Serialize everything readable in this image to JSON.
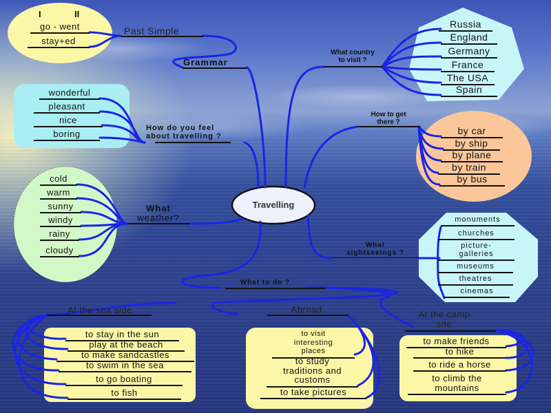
{
  "center": {
    "label": "Travelling"
  },
  "branches": {
    "grammar": {
      "label": "Grammar",
      "sub_label": "Past Simple",
      "columns": [
        "I",
        "II"
      ],
      "items": [
        "go - went",
        "stay+ed"
      ]
    },
    "country": {
      "label": "What country to visit ?",
      "label_lines": [
        "What country",
        "to visit ?"
      ],
      "items": [
        "Russia",
        "England",
        "Germany",
        "France",
        "The  USA",
        "Spain"
      ]
    },
    "feel": {
      "label_lines": [
        "How do you feel",
        "about travelling ?"
      ],
      "items": [
        "wonderful",
        "pleasant",
        "nice",
        "boring"
      ]
    },
    "transport": {
      "label_lines": [
        "How to get",
        "there ?"
      ],
      "items": [
        "by car",
        "by ship",
        "by plane",
        "by train",
        "by bus"
      ]
    },
    "weather": {
      "label_lines": [
        "What",
        "weather?"
      ],
      "items": [
        "cold",
        "warm",
        "sunny",
        "windy",
        "rainy",
        "cloudy"
      ]
    },
    "sights": {
      "label_lines": [
        "What",
        "sightseeings  ?"
      ],
      "items": [
        "monuments",
        "churches",
        "picture-\ngalleries",
        "museums",
        "theatres",
        "cinemas"
      ]
    },
    "todo": {
      "label": "What to do ?",
      "sea": {
        "label": "At the sea side",
        "items": [
          "to stay in the sun",
          "play at the beach",
          "to make  sandcastles",
          "to swim in the sea",
          "to go boating",
          "to fish"
        ]
      },
      "abroad": {
        "label": "Abroad",
        "items": [
          "to visit\ninteresting\nplaces",
          "to study\ntraditions and\ncustoms",
          "to take pictures"
        ]
      },
      "camp": {
        "label_lines": [
          "At the camp",
          "site"
        ],
        "items": [
          "to make friends",
          "to hike",
          "to ride a horse",
          "to climb the\nmountains"
        ]
      }
    }
  },
  "colors": {
    "link": "#1a24e6",
    "yellow": "#fbf7a6",
    "cyan": "#a8eef2",
    "lightcyan": "#c8f6f8",
    "green": "#d2f8c8",
    "peach": "#fbc79a",
    "center_fill": "#eef1fb"
  }
}
